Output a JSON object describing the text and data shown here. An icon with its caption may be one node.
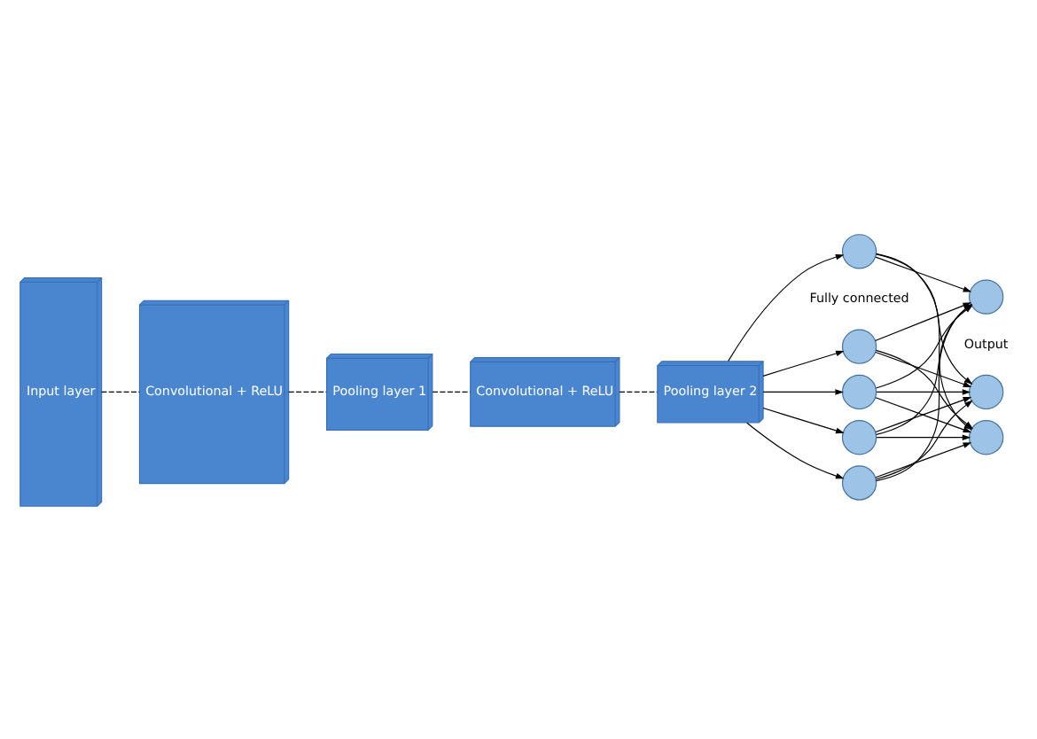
{
  "diagram": {
    "nodes": [
      {
        "text": [
          "Input layer"
        ]
      },
      {
        "text": [
          "Convolutional + ReLU"
        ]
      },
      {
        "text": [
          "Pooling layer 1"
        ]
      },
      {
        "text": [
          "Convolutional + ReLU"
        ]
      },
      {
        "text": [
          "Pooling layer 2"
        ]
      },
      {
        "text": [],
        "shape": "circle"
      },
      {
        "text": [],
        "shape": "circle"
      },
      {
        "text": [],
        "shape": "circle"
      },
      {
        "text": [],
        "shape": "circle"
      },
      {
        "text": [],
        "shape": "circle"
      },
      {
        "text": [],
        "shape": "circle"
      },
      {
        "text": [],
        "shape": "circle"
      },
      {
        "text": [],
        "shape": "circle"
      }
    ],
    "edges": [
      {
        "from": 0,
        "to": 1,
        "arrow": "none",
        "style": "dashed"
      },
      {
        "from": 1,
        "to": 2,
        "arrow": "none",
        "style": "dashed"
      },
      {
        "from": 2,
        "to": 3,
        "arrow": "none",
        "style": "dashed"
      },
      {
        "from": 3,
        "to": 4,
        "arrow": "none",
        "style": "dashed"
      },
      {
        "from": 4,
        "to": 5,
        "arrow": "to"
      },
      {
        "from": 4,
        "to": 6,
        "arrow": "to"
      },
      {
        "from": 4,
        "to": 7,
        "arrow": "to"
      },
      {
        "from": 4,
        "to": 8,
        "arrow": "to"
      },
      {
        "from": 4,
        "to": 9,
        "arrow": "to"
      },
      {
        "from": 5,
        "to": 10,
        "arrow": "to"
      },
      {
        "from": 5,
        "to": 11,
        "arrow": "to"
      },
      {
        "from": 5,
        "to": 12,
        "arrow": "to"
      },
      {
        "from": 6,
        "to": 10,
        "arrow": "to"
      },
      {
        "from": 6,
        "to": 11,
        "arrow": "to"
      },
      {
        "from": 6,
        "to": 12,
        "arrow": "to"
      },
      {
        "from": 7,
        "to": 10,
        "arrow": "to"
      },
      {
        "from": 7,
        "to": 11,
        "arrow": "to"
      },
      {
        "from": 7,
        "to": 12,
        "arrow": "to"
      },
      {
        "from": 8,
        "to": 10,
        "arrow": "to"
      },
      {
        "from": 8,
        "to": 11,
        "arrow": "to"
      },
      {
        "from": 8,
        "to": 12,
        "arrow": "to"
      },
      {
        "from": 9,
        "to": 10,
        "arrow": "to"
      },
      {
        "from": 9,
        "to": 11,
        "arrow": "to"
      },
      {
        "from": 9,
        "to": 12,
        "arrow": "to"
      }
    ],
    "labels": [
      "Fully connected",
      "Output"
    ]
  }
}
